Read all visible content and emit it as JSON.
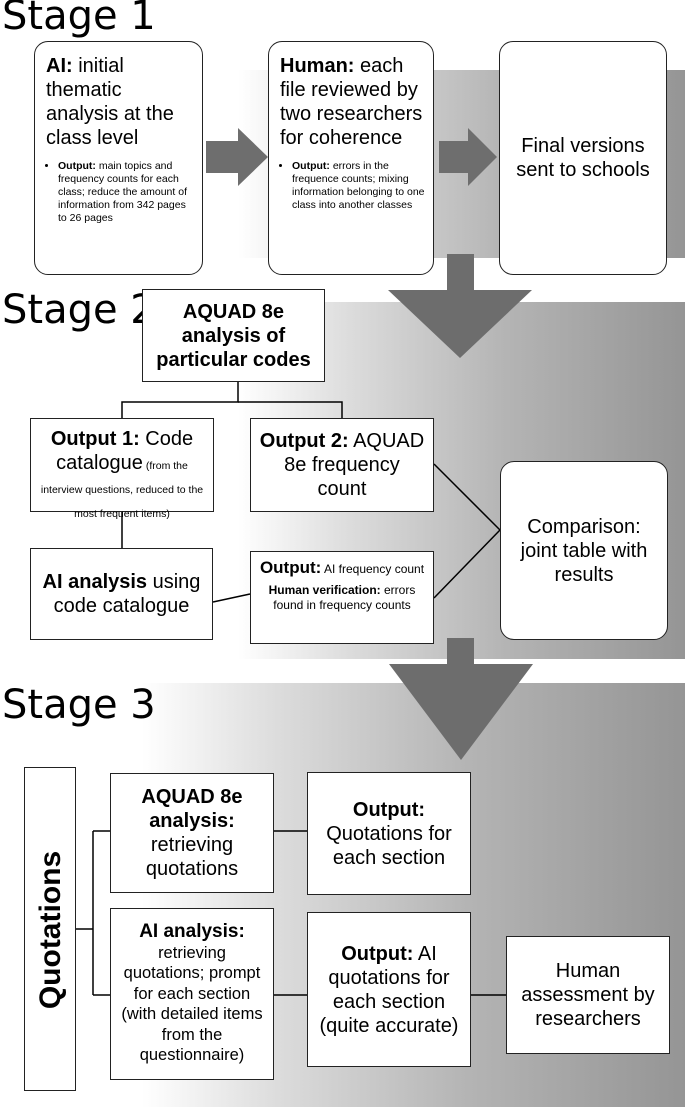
{
  "stage1": {
    "title": "Stage 1",
    "box1": {
      "bold": "AI:",
      "text": " initial thematic analysis at the class level",
      "bullet_bold": "Output:",
      "bullet_text": " main topics and frequency counts for each class; reduce the amount of information from 342 pages to 26 pages"
    },
    "box2": {
      "bold": "Human:",
      "text": " each file reviewed by two researchers for coherence",
      "bullet_bold": "Output:",
      "bullet_text": " errors in the frequence counts; mixing information belonging to one class into another classes"
    },
    "box3": {
      "text": "Final versions sent to schools"
    }
  },
  "stage2": {
    "title": "Stage 2",
    "top": {
      "text": "AQUAD 8e analysis of particular codes"
    },
    "out1": {
      "bold": "Output 1:",
      "text": " Code catalogue",
      "small": " (from the interview questions, reduced to the most frequent items)"
    },
    "out2": {
      "bold": "Output 2:",
      "text": " AQUAD 8e frequency count"
    },
    "ai": {
      "bold": "AI analysis",
      "text": " using code catalogue"
    },
    "aiout": {
      "bold": "Output:",
      "text": " AI frequency count",
      "hv_bold": "Human verification:",
      "hv_text": " errors found in frequency counts"
    },
    "comparison": {
      "text": "Comparison: joint table with results"
    }
  },
  "stage3": {
    "title": "Stage 3",
    "side": "Quotations",
    "aquad": {
      "bold": "AQUAD 8e analysis:",
      "text": " retrieving quotations"
    },
    "out1": {
      "bold": "Output:",
      "text": " Quotations for each section"
    },
    "ai": {
      "bold": "AI analysis:",
      "text": " retrieving quotations; prompt for each section (with detailed items from the questionnaire)"
    },
    "out2": {
      "bold": "Output:",
      "text": " AI quotations for each section (quite accurate)"
    },
    "human": {
      "text": "Human assessment by researchers"
    }
  }
}
